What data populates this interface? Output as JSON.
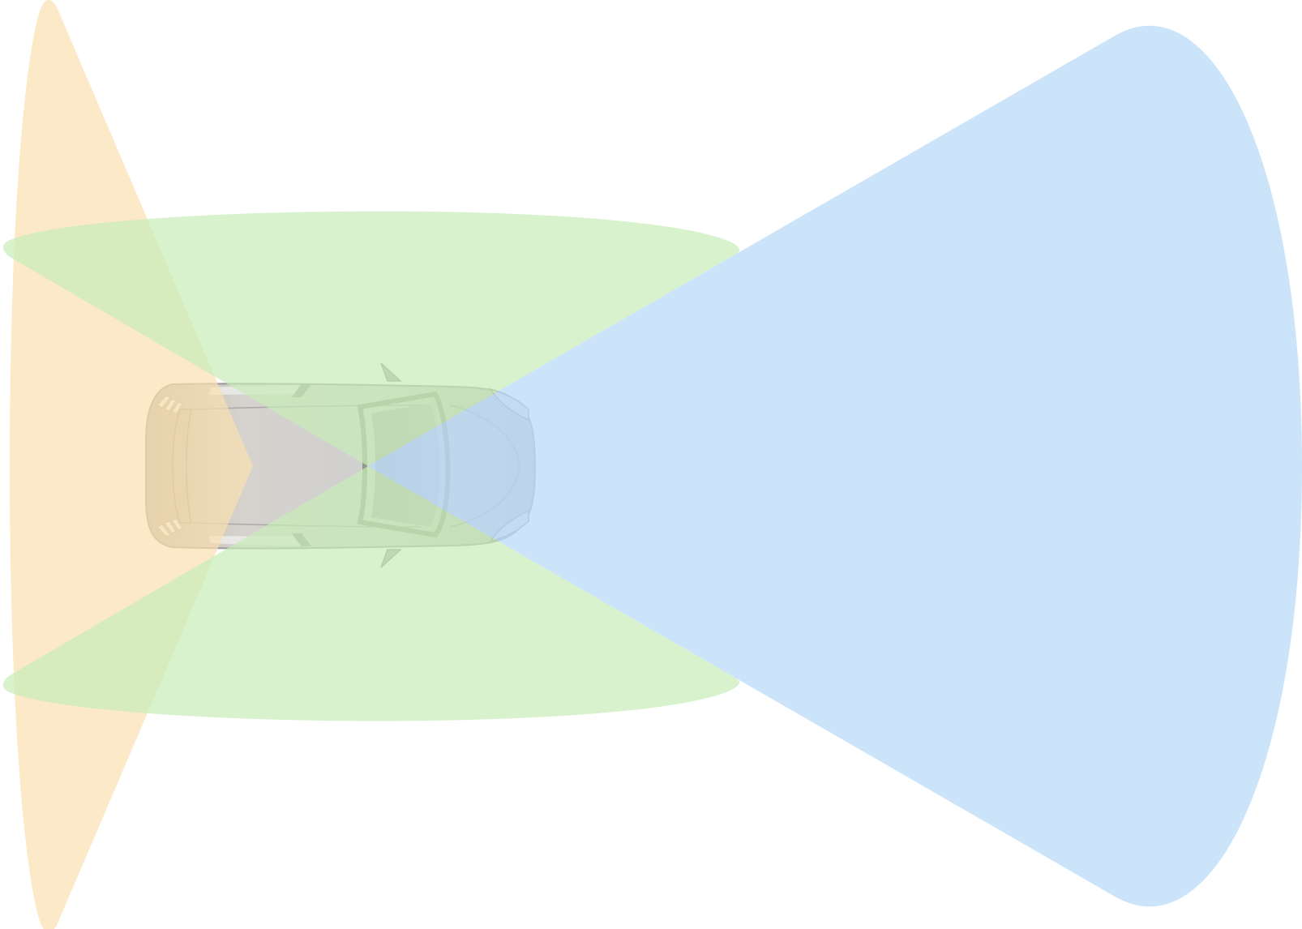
{
  "diagram": {
    "subject": "car-top-view-sensor-coverage",
    "colors": {
      "background": "#ffffff",
      "rear_zone": "#f9dfb0",
      "side_zones": "#c7ecb8",
      "front_zone": "#bddcf8",
      "car_body": "#cfcfcf",
      "car_outline": "#9a9a9a"
    },
    "zone_opacity": 0.7,
    "zones": [
      {
        "id": "rear",
        "color_key": "rear_zone"
      },
      {
        "id": "side-upper",
        "color_key": "side_zones"
      },
      {
        "id": "side-lower",
        "color_key": "side_zones"
      },
      {
        "id": "front",
        "color_key": "front_zone"
      }
    ]
  }
}
